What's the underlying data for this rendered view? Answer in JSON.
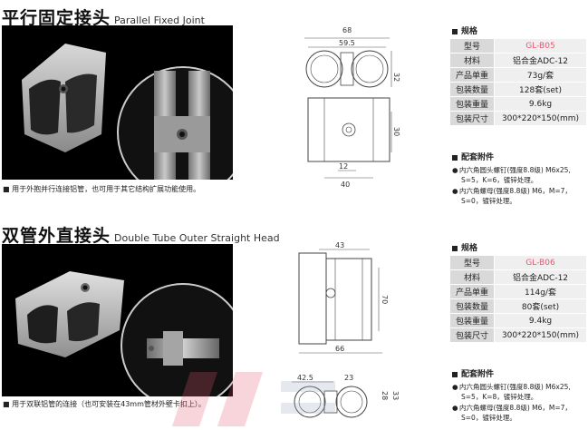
{
  "products": [
    {
      "title_zh": "平行固定接头",
      "title_en": "Parallel Fixed Joint",
      "caption": "■ 用于外抱并行连接铝管，也可用于其它结构扩展功能使用。",
      "dimensions": {
        "d1": "68",
        "d2": "59.5",
        "d3": "32",
        "d4": "30",
        "d5": "12",
        "d6": "40"
      },
      "spec_title": "规格",
      "spec": [
        {
          "k": "型号",
          "v": "GL-B05"
        },
        {
          "k": "材料",
          "v": "铝合金ADC-12"
        },
        {
          "k": "产品单重",
          "v": "73g/套"
        },
        {
          "k": "包装数量",
          "v": "128套(set)"
        },
        {
          "k": "包装重量",
          "v": "9.6kg"
        },
        {
          "k": "包装尺寸",
          "v": "300*220*150(mm)"
        }
      ],
      "acc_title": "配套附件",
      "accessories": [
        {
          "l1": "内六角圆头螺钉(强度8.8级) M6x25,",
          "l2": "S=5，K=6，镀锌处理。"
        },
        {
          "l1": "内六角螺母(强度8.8级) M6，M=7，",
          "l2": "S=0，镀锌处理。"
        }
      ]
    },
    {
      "title_zh": "双管外直接头",
      "title_en": "Double Tube Outer Straight Head",
      "caption": "■ 用于双联铝管的连接（也可安装在43mm管材外壁卡扣上）。",
      "dimensions": {
        "d1": "43",
        "d2": "70",
        "d3": "66",
        "d4": "42.5",
        "d5": "23",
        "d6": "28",
        "d7": "33"
      },
      "spec_title": "规格",
      "spec": [
        {
          "k": "型号",
          "v": "GL-B06"
        },
        {
          "k": "材料",
          "v": "铝合金ADC-12"
        },
        {
          "k": "产品单重",
          "v": "114g/套"
        },
        {
          "k": "包装数量",
          "v": "80套(set)"
        },
        {
          "k": "包装重量",
          "v": "9.4kg"
        },
        {
          "k": "包装尺寸",
          "v": "300*220*150(mm)"
        }
      ],
      "acc_title": "配套附件",
      "accessories": [
        {
          "l1": "内六角圆头螺钉(强度8.8级) M6x25,",
          "l2": "S=5，K=8，镀锌处理。"
        },
        {
          "l1": "内六角螺母(强度8.8级) M6，M=7，",
          "l2": "S=0，镀锌处理。"
        }
      ]
    }
  ],
  "colors": {
    "model": "#e05a73",
    "photo_bg": "#000000",
    "spec_key_bg": "#d9d9d9",
    "spec_val_bg": "#efefef"
  }
}
